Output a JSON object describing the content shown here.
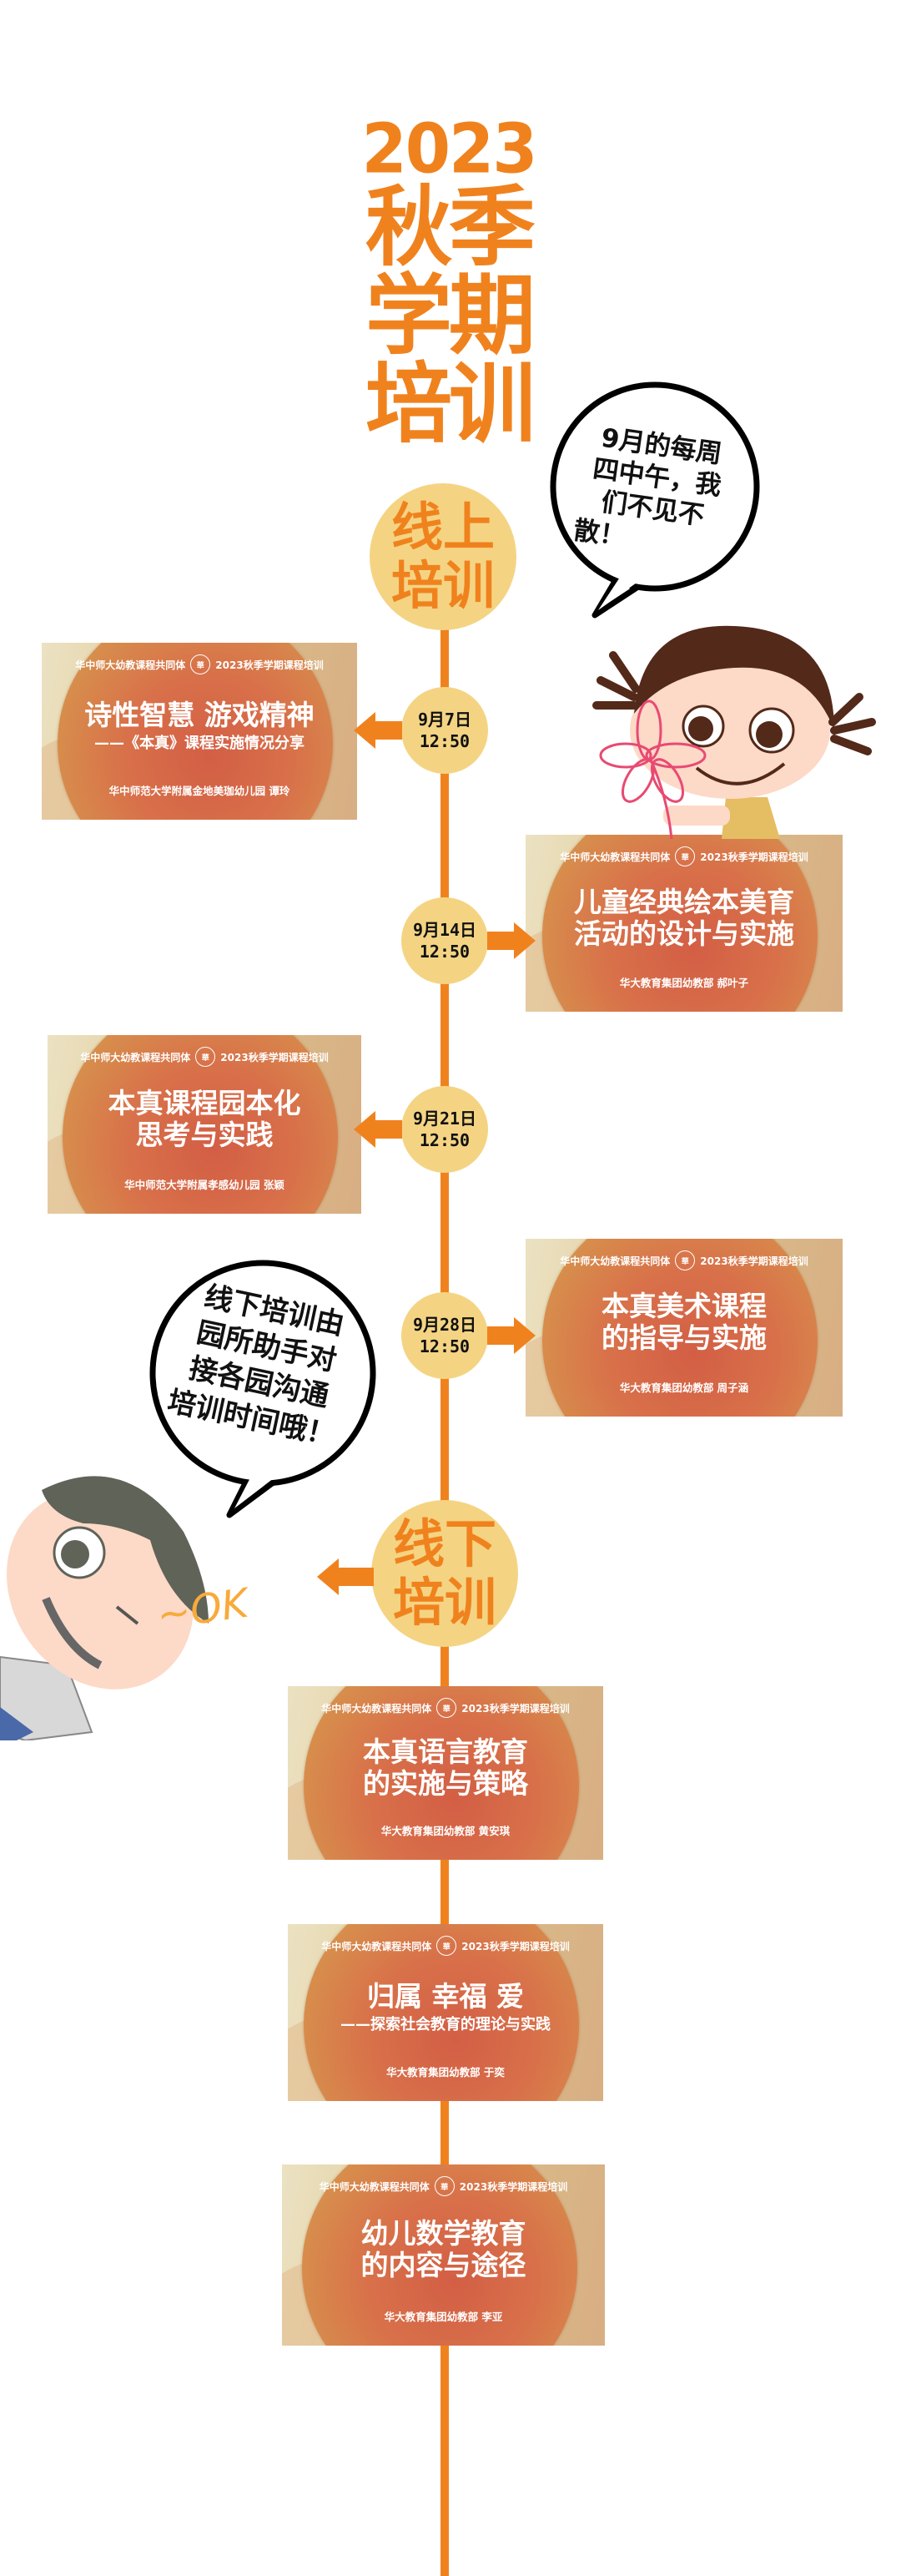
{
  "header": {
    "year": "2023",
    "title_lines": [
      "秋季",
      "学期",
      "培训"
    ]
  },
  "sections": {
    "online": {
      "lines": [
        "线上",
        "培训"
      ]
    },
    "offline": {
      "lines": [
        "线下",
        "培训"
      ]
    }
  },
  "bubbles": {
    "girl": {
      "lines": [
        "9月的每周",
        "四中午，我",
        "们不见不",
        "散！"
      ]
    },
    "boy": {
      "lines": [
        "线下培训由",
        "园所助手对",
        "接各园沟通",
        "培训时间哦！"
      ]
    },
    "ok_text": "~OK"
  },
  "card_header": {
    "left": "华中师大幼教课程共同体",
    "seal": "華",
    "right": "2023秋季学期课程培训"
  },
  "sessions": [
    {
      "date": "9月7日",
      "time": "12:50",
      "title": [
        "诗性智慧  游戏精神"
      ],
      "subtitle": "——《本真》课程实施情况分享",
      "presenter": "华中师范大学附属金地美珈幼儿园    谭玲"
    },
    {
      "date": "9月14日",
      "time": "12:50",
      "title": [
        "儿童经典绘本美育",
        "活动的设计与实施"
      ],
      "presenter": "华大教育集团幼教部  郝叶子"
    },
    {
      "date": "9月21日",
      "time": "12:50",
      "title": [
        "本真课程园本化",
        "思考与实践"
      ],
      "presenter": "华中师范大学附属孝感幼儿园  张颖"
    },
    {
      "date": "9月28日",
      "time": "12:50",
      "title": [
        "本真美术课程",
        "的指导与实施"
      ],
      "presenter": "华大教育集团幼教部  周子涵"
    },
    {
      "title": [
        "本真语言教育",
        "的实施与策略"
      ],
      "presenter": "华大教育集团幼教部  黄安琪"
    },
    {
      "title": [
        "归属  幸福  爱"
      ],
      "subtitle": "——探索社会教育的理论与实践",
      "presenter": "华大教育集团幼教部  于奕"
    },
    {
      "title": [
        "幼儿数学教育",
        "的内容与途径"
      ],
      "presenter": "华大教育集团幼教部  李亚"
    }
  ],
  "colors": {
    "accent": "#f0821e",
    "badge": "#f4d483"
  }
}
